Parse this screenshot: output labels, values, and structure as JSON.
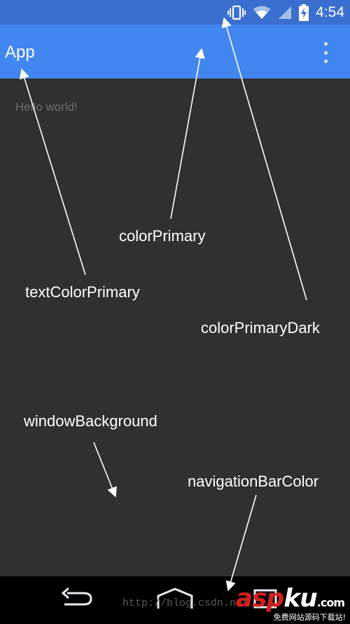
{
  "status_bar": {
    "time": "4:54",
    "icons": [
      "vibrate-icon",
      "wifi-icon",
      "battery-charging-icon"
    ],
    "color": "#3a6fd0"
  },
  "app_bar": {
    "title": "App",
    "menu_icon": "overflow-menu-icon",
    "color": "#4286f0"
  },
  "content": {
    "text": "Hello world!",
    "background": "#303030"
  },
  "annotations": {
    "colorPrimary": "colorPrimary",
    "textColorPrimary": "textColorPrimary",
    "colorPrimaryDark": "colorPrimaryDark",
    "windowBackground": "windowBackground",
    "navigationBarColor": "navigationBarColor"
  },
  "nav_bar": {
    "buttons": [
      "back-icon",
      "home-icon",
      "recents-icon"
    ],
    "color": "#000000"
  },
  "watermark": {
    "url": "http://blog.csdn.net",
    "logo_asp": "asp",
    "logo_ku": "ku",
    "logo_com": ".com",
    "logo_sub": "免费网站源码下载站!"
  }
}
